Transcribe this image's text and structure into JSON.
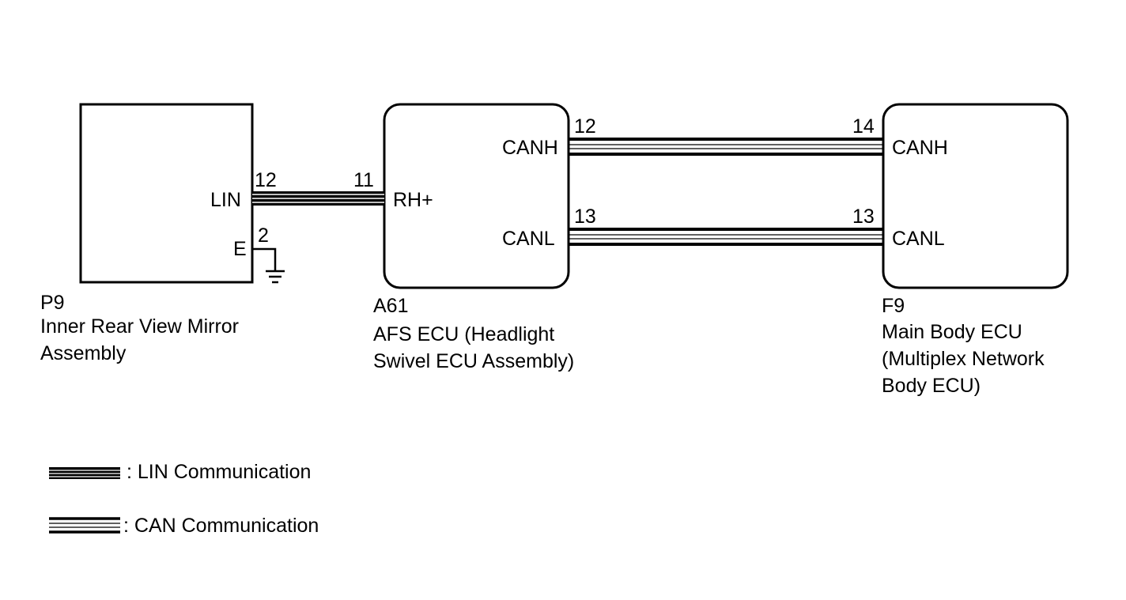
{
  "components": {
    "mirror": {
      "id": "P9",
      "name": "Inner Rear View Mirror\nAssembly",
      "pins": {
        "lin_label": "LIN",
        "lin_num": "12",
        "e_label": "E",
        "e_num": "2"
      }
    },
    "afs": {
      "id": "A61",
      "name": "AFS ECU (Headlight\nSwivel ECU Assembly)",
      "pins": {
        "rh_label": "RH+",
        "rh_num": "11",
        "canh_label": "CANH",
        "canh_num": "12",
        "canl_label": "CANL",
        "canl_num": "13"
      }
    },
    "body": {
      "id": "F9",
      "name": "Main Body ECU\n(Multiplex Network\nBody ECU)",
      "pins": {
        "canh_label": "CANH",
        "canh_num": "14",
        "canl_label": "CANL",
        "canl_num": "13"
      }
    }
  },
  "legend": {
    "lin": ": LIN Communication",
    "can": ": CAN Communication"
  }
}
